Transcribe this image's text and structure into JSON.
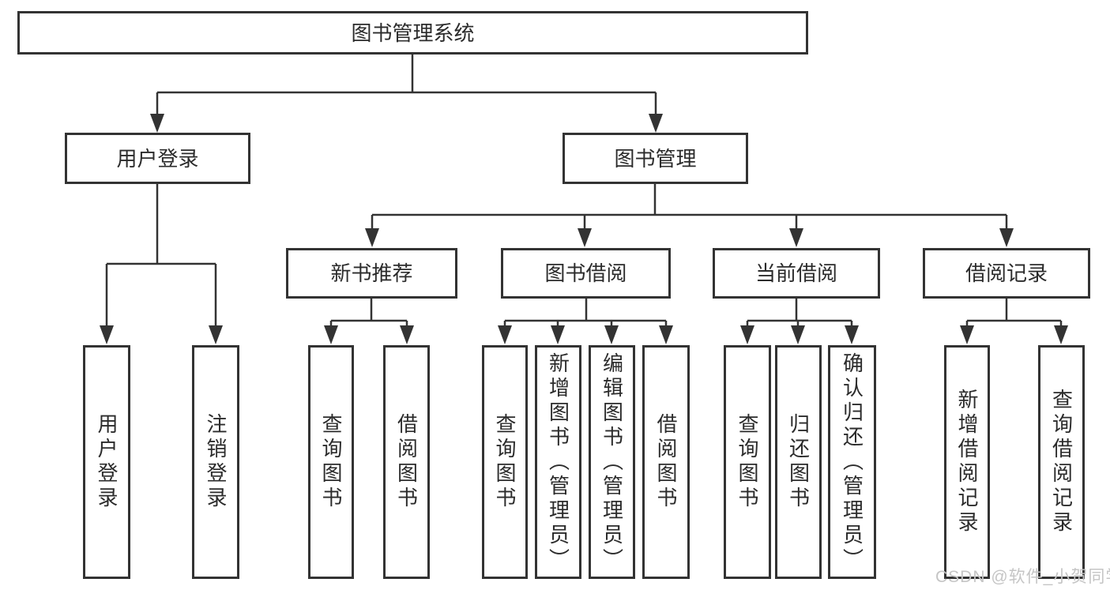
{
  "colors": {
    "line": "#333333",
    "box_border": "#333333",
    "box_fill": "#ffffff",
    "text": "#2b2b2b",
    "watermark": "#c5c5c5"
  },
  "tree": {
    "label": "图书管理系统",
    "children": [
      {
        "label": "用户登录",
        "children": [
          {
            "label": "用户登录"
          },
          {
            "label": "注销登录"
          }
        ]
      },
      {
        "label": "图书管理",
        "children": [
          {
            "label": "新书推荐",
            "children": [
              {
                "label": "查询图书"
              },
              {
                "label": "借阅图书"
              }
            ]
          },
          {
            "label": "图书借阅",
            "children": [
              {
                "label": "查询图书"
              },
              {
                "label": "新增图书（管理员）"
              },
              {
                "label": "编辑图书（管理员）"
              },
              {
                "label": "借阅图书"
              }
            ]
          },
          {
            "label": "当前借阅",
            "children": [
              {
                "label": "查询图书"
              },
              {
                "label": "归还图书"
              },
              {
                "label": "确认归还（管理员）"
              }
            ]
          },
          {
            "label": "借阅记录",
            "children": [
              {
                "label": "新增借阅记录"
              },
              {
                "label": "查询借阅记录"
              }
            ]
          }
        ]
      }
    ]
  },
  "watermark": {
    "text": "CSDN @软件_小贺同学"
  }
}
